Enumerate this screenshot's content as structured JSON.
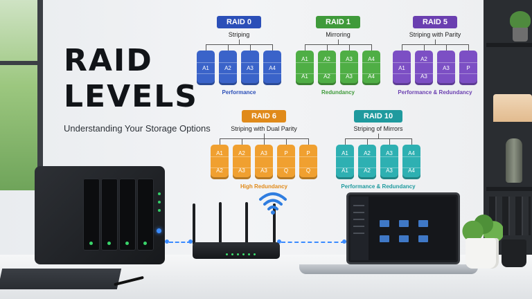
{
  "title_lines": [
    "RAID",
    "LEVELS"
  ],
  "subtitle": "Understanding Your Storage Options",
  "raids": [
    {
      "label": "RAID 0",
      "desc": "Striping",
      "footer": "Performance",
      "color": "#2b4fb8",
      "disk_color": "#3a63c9",
      "disks": [
        [
          "A1"
        ],
        [
          "A2"
        ],
        [
          "A3"
        ],
        [
          "A4"
        ]
      ]
    },
    {
      "label": "RAID 1",
      "desc": "Mirroring",
      "footer": "Redundancy",
      "color": "#3f9a3a",
      "disk_color": "#4fae45",
      "disks": [
        [
          "A1",
          "A1"
        ],
        [
          "A2",
          "A2"
        ],
        [
          "A3",
          "A3"
        ],
        [
          "A4",
          "A4"
        ]
      ]
    },
    {
      "label": "RAID 5",
      "desc": "Striping with Parity",
      "footer": "Performance & Redundancy",
      "color": "#6a3fb0",
      "disk_color": "#7c4fc4",
      "disks": [
        [
          "A1"
        ],
        [
          "A2",
          "A3"
        ],
        [
          "A3"
        ],
        [
          "P"
        ]
      ]
    },
    {
      "label": "RAID 6",
      "desc": "Striping with Dual Parity",
      "footer": "High Redundancy",
      "color": "#e08a1a",
      "disk_color": "#f0a030",
      "disks": [
        [
          "A1",
          "A2"
        ],
        [
          "A2",
          "A3"
        ],
        [
          "A3",
          "A3"
        ],
        [
          "P",
          "Q"
        ],
        [
          "P",
          "Q"
        ]
      ]
    },
    {
      "label": "RAID 10",
      "desc": "Striping of Mirrors",
      "footer": "Performance & Redundancy",
      "color": "#1f9a9e",
      "disk_color": "#2eb0b2",
      "disks": [
        [
          "A1",
          "A1"
        ],
        [
          "A2",
          "A2"
        ],
        [
          "A3",
          "A3"
        ],
        [
          "A4",
          "A4"
        ]
      ]
    }
  ]
}
